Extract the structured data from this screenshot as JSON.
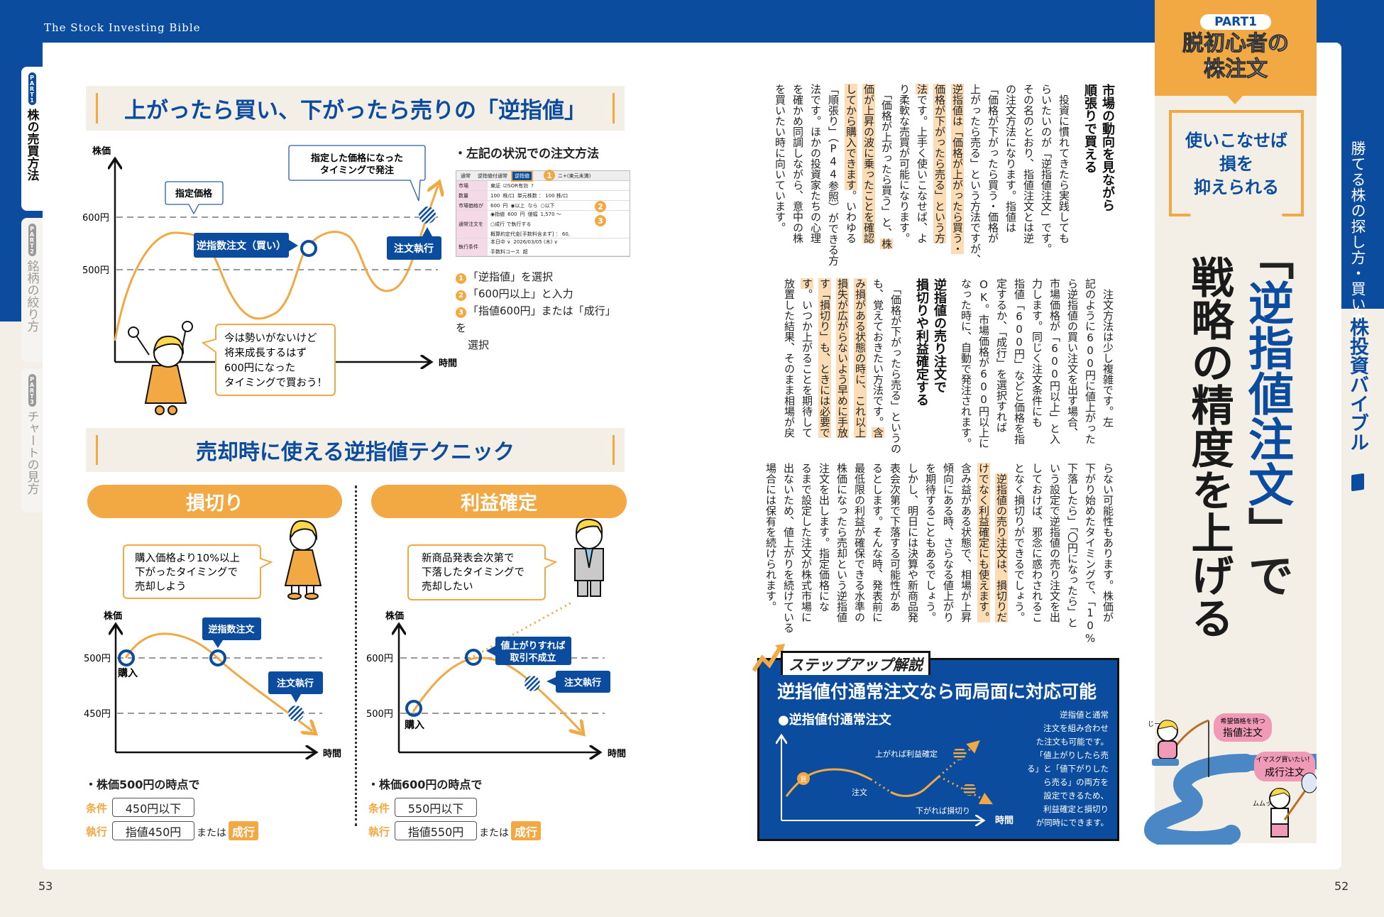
{
  "header": {
    "book_title": "The Stock Investing Bible"
  },
  "side_tabs": [
    {
      "part": "PART1",
      "label": "株の売買方法",
      "active": true
    },
    {
      "part": "PART2",
      "label": "銘柄の絞り方",
      "active": false
    },
    {
      "part": "PART3",
      "label": "チャートの見方",
      "active": false
    }
  ],
  "right_strip": {
    "series": "勝てる株の探し方・買い方",
    "book": "株投資バイブル",
    "icon": "notebook-icon"
  },
  "chapter": {
    "part": "PART1",
    "title_line1": "脱初心者の",
    "title_line2": "株注文",
    "tagline": [
      "使いこなせば",
      "損を",
      "抑えられる"
    ]
  },
  "main_title": {
    "open": "「",
    "keyword": "逆指値注文",
    "close": "」で",
    "line2": "戦略の精度を上げる"
  },
  "section1": {
    "title": "上がったら買い、下がったら売りの「逆指値」",
    "chart": {
      "y_label": "株価",
      "x_label": "時間",
      "ticks": [
        "600円",
        "500円"
      ],
      "callout_price": "指定価格",
      "callout_order": [
        "指定した価格になった",
        "タイミングで発注"
      ],
      "tag_stop_buy": "逆指数注文（買い）",
      "tag_executed": "注文執行",
      "speech": [
        "今は勢いがないけど",
        "将来成長するはず",
        "600円になった",
        "タイミングで買おう！"
      ]
    },
    "howto": {
      "title": "・左記の状況での注文方法",
      "form": {
        "tabs": [
          "通常",
          "逆指値付通常",
          "逆指値",
          "ニ+(東元未満)"
        ],
        "rows": [
          {
            "key": "市場",
            "values": [
              "東証",
              "☑SOR有効",
              "?"
            ]
          },
          {
            "key": "数量",
            "values": [
              "100",
              "株/口",
              "単元株数 ： 100 株/口"
            ]
          },
          {
            "key": "市場価格が",
            "values": [
              "600",
              "円",
              "◉以上",
              "なら",
              "○以下"
            ]
          },
          {
            "key": "通常注文を",
            "values": [
              "◉指値",
              "600",
              "円",
              "値幅",
              "1,570 ～",
              "○成行 で執行する",
              "概算約定代金[手数料含まず] ： 60,"
            ]
          },
          {
            "key": "執行条件",
            "values": [
              "本日中 ∨",
              "2026/03/05 (木) ∨",
              "手数料コース",
              "超"
            ]
          }
        ]
      },
      "steps": [
        {
          "num": "1",
          "text": "「逆指値」を選択"
        },
        {
          "num": "2",
          "text": "「600円以上」と入力"
        },
        {
          "num": "3",
          "text": "「指値600円」または「成行」を"
        },
        {
          "num": "",
          "text": "選択"
        }
      ]
    }
  },
  "section2": {
    "title": "売却時に使える逆指値テクニック",
    "stop_loss": {
      "title": "損切り",
      "speech": [
        "購入価格より10%以上",
        "下がったタイミングで",
        "売却しよう"
      ],
      "chart": {
        "y_label": "株価",
        "x_label": "時間",
        "ticks": [
          "500円",
          "450円"
        ],
        "buy": "購入",
        "tag_stop": "逆指数注文",
        "tag_executed": "注文執行"
      },
      "at": "・株価500円の時点で",
      "cond_label": "条件",
      "cond_value": "450円以下",
      "exec_label": "執行",
      "exec_value": "指値450円",
      "or": "または",
      "market": "成行"
    },
    "take_profit": {
      "title": "利益確定",
      "speech": [
        "新商品発表会次第で",
        "下落したタイミングで",
        "売却したい"
      ],
      "chart": {
        "y_label": "株価",
        "x_label": "時間",
        "ticks": [
          "600円",
          "500円"
        ],
        "buy": "購入",
        "tag_no_trade": [
          "値上がりすれば",
          "取引不成立"
        ],
        "tag_executed": "注文執行"
      },
      "at": "・株価600円の時点で",
      "cond_label": "条件",
      "cond_value": "550円以下",
      "exec_label": "執行",
      "exec_value": "指値550円",
      "or": "または",
      "market": "成行"
    }
  },
  "article": {
    "blocks": [
      {
        "columns": [
          {
            "heading": true,
            "text": "市場の動向を見ながら"
          },
          {
            "heading": true,
            "text": "順張りで買える"
          },
          {
            "text": "　投資に慣れてきたら実践しても"
          },
          {
            "text": "らいたいのが「逆指値注文」です。"
          },
          {
            "text": "その名のとおり、指値注文とは逆"
          },
          {
            "text": "の注文方法になります。指値は"
          },
          {
            "text": "「価格が下がったら買う・価格が"
          },
          {
            "text": "上がったら売る」という方法ですが、"
          },
          {
            "segments": [
              {
                "text": "逆指値は「価格が上がったら買う・",
                "marked": true
              }
            ]
          },
          {
            "segments": [
              {
                "text": "価格が下がったら売る」という方",
                "marked": true
              }
            ]
          },
          {
            "segments": [
              {
                "text": "法",
                "marked": true
              },
              {
                "text": "です。上手く使いこなせば、よ"
              }
            ]
          },
          {
            "text": "り柔軟な売買が可能になります。"
          },
          {
            "segments": [
              {
                "text": "　「価格が上がったら買う」と、"
              },
              {
                "text": "株",
                "marked": true
              }
            ]
          },
          {
            "segments": [
              {
                "text": "価が上昇の波に乗ったことを確認",
                "marked": true
              }
            ]
          },
          {
            "segments": [
              {
                "text": "してから購入できます",
                "marked": true
              },
              {
                "text": "。いわゆる"
              }
            ]
          },
          {
            "text": "「順張り」（P44参照）ができる方"
          },
          {
            "text": "法です。ほかの投資家たちの心理"
          },
          {
            "text": "を確かめ同調しながら、意中の株"
          },
          {
            "text": "を買いたい時に向いています。"
          }
        ]
      },
      {
        "columns": [
          {
            "text": "　注文方法は少し複雑です。左"
          },
          {
            "text": "記のように600円に値上がった"
          },
          {
            "text": "ら逆指値の買い注文を出す場合、"
          },
          {
            "text": "市場価格が「600円以上」と入"
          },
          {
            "text": "力します。同じく注文条件にも"
          },
          {
            "text": "指値「600円」などと価格を指"
          },
          {
            "text": "定するか、「成行」を選択すれば"
          },
          {
            "text": "OK。市場価格が600円以上に"
          },
          {
            "text": "なった時に、自動で発注されます。"
          },
          {
            "heading": true,
            "text": "逆指値の売り注文で"
          },
          {
            "heading": true,
            "text": "損切りや利益確定する"
          },
          {
            "text": "　「価格が下がったら売る」というの"
          },
          {
            "segments": [
              {
                "text": "も、覚えておきたい方法です。"
              },
              {
                "text": "含",
                "marked": true
              }
            ]
          },
          {
            "segments": [
              {
                "text": "み損がある状態の時に、これ以上",
                "marked": true
              }
            ]
          },
          {
            "segments": [
              {
                "text": "損失が広がらないよう早めに手放",
                "marked": true
              }
            ]
          },
          {
            "segments": [
              {
                "text": "す「損切り」も、ときには必要で",
                "marked": true
              }
            ]
          },
          {
            "segments": [
              {
                "text": "す",
                "marked": true
              },
              {
                "text": "。いつか上がることを期待して"
              }
            ]
          },
          {
            "text": "放置した結果、そのまま相場が戻"
          }
        ]
      },
      {
        "columns": [
          {
            "text": "らない可能性もあります。株価が"
          },
          {
            "text": "下がり始めたタイミングで、「10%"
          },
          {
            "text": "下落したら」「〇円になったら」と"
          },
          {
            "text": "いう設定で逆指値の売り注文を出"
          },
          {
            "text": "しておけば、邪念に惑わされるこ"
          },
          {
            "text": "となく損切りができるでしょう。"
          },
          {
            "segments": [
              {
                "text": "　"
              },
              {
                "text": "逆指値の売り注文は、損切りだ",
                "marked": true
              }
            ]
          },
          {
            "segments": [
              {
                "text": "けでなく利益確定にも使えます。",
                "marked": true
              }
            ]
          },
          {
            "text": "含み益がある状態で、相場が上昇"
          },
          {
            "text": "傾向にある時、さらなる値上がり"
          },
          {
            "text": "を期待することもあるでしょう。"
          },
          {
            "text": "しかし、明日には決算や新商品発"
          },
          {
            "text": "表会次第で下落する可能性があ"
          },
          {
            "text": "るとします。そんな時、発表前に"
          },
          {
            "text": "最低限の利益が確保できる水準の"
          },
          {
            "text": "株価になったら売却という逆指値"
          },
          {
            "text": "注文を出します。指定価格にな"
          },
          {
            "text": "るまで設定した注文が株式市場に"
          },
          {
            "text": "出ないため、値上がりを続けている"
          },
          {
            "text": "場合には保有を続けられます。"
          }
        ]
      }
    ]
  },
  "stepup": {
    "tab": "ステップアップ解説",
    "title": "逆指値付通常注文なら両局面に対応可能",
    "subtitle": "●逆指値付通常注文",
    "chart": {
      "buy_mark": "買",
      "order": "注文",
      "up": "上がれば利益確定",
      "down": "下がれば損切り",
      "x_label": "時間"
    },
    "note": [
      "逆指値と通常",
      "注文を組み合わせ",
      "た注文も可能です。",
      "「値上がりしたら売",
      "る」と「値下がりした",
      "ら売る」の両方を",
      "設定できるため、",
      "利益確定と損切り",
      "が同時にできます。"
    ]
  },
  "illustration": {
    "bubble1_small": "希望価格を待つ",
    "bubble1": "指値注文",
    "bubble2_small": "イマスグ買いたい！",
    "bubble2": "成行注文",
    "sfx1": "じー",
    "sfx2": "ムムッ"
  },
  "page_numbers": {
    "left": "53",
    "right": "52"
  },
  "colors": {
    "brand_blue": "#0b4c9e",
    "accent_orange": "#f2a843",
    "highlight": "#fbdcb5",
    "paper": "#f3efe7"
  }
}
